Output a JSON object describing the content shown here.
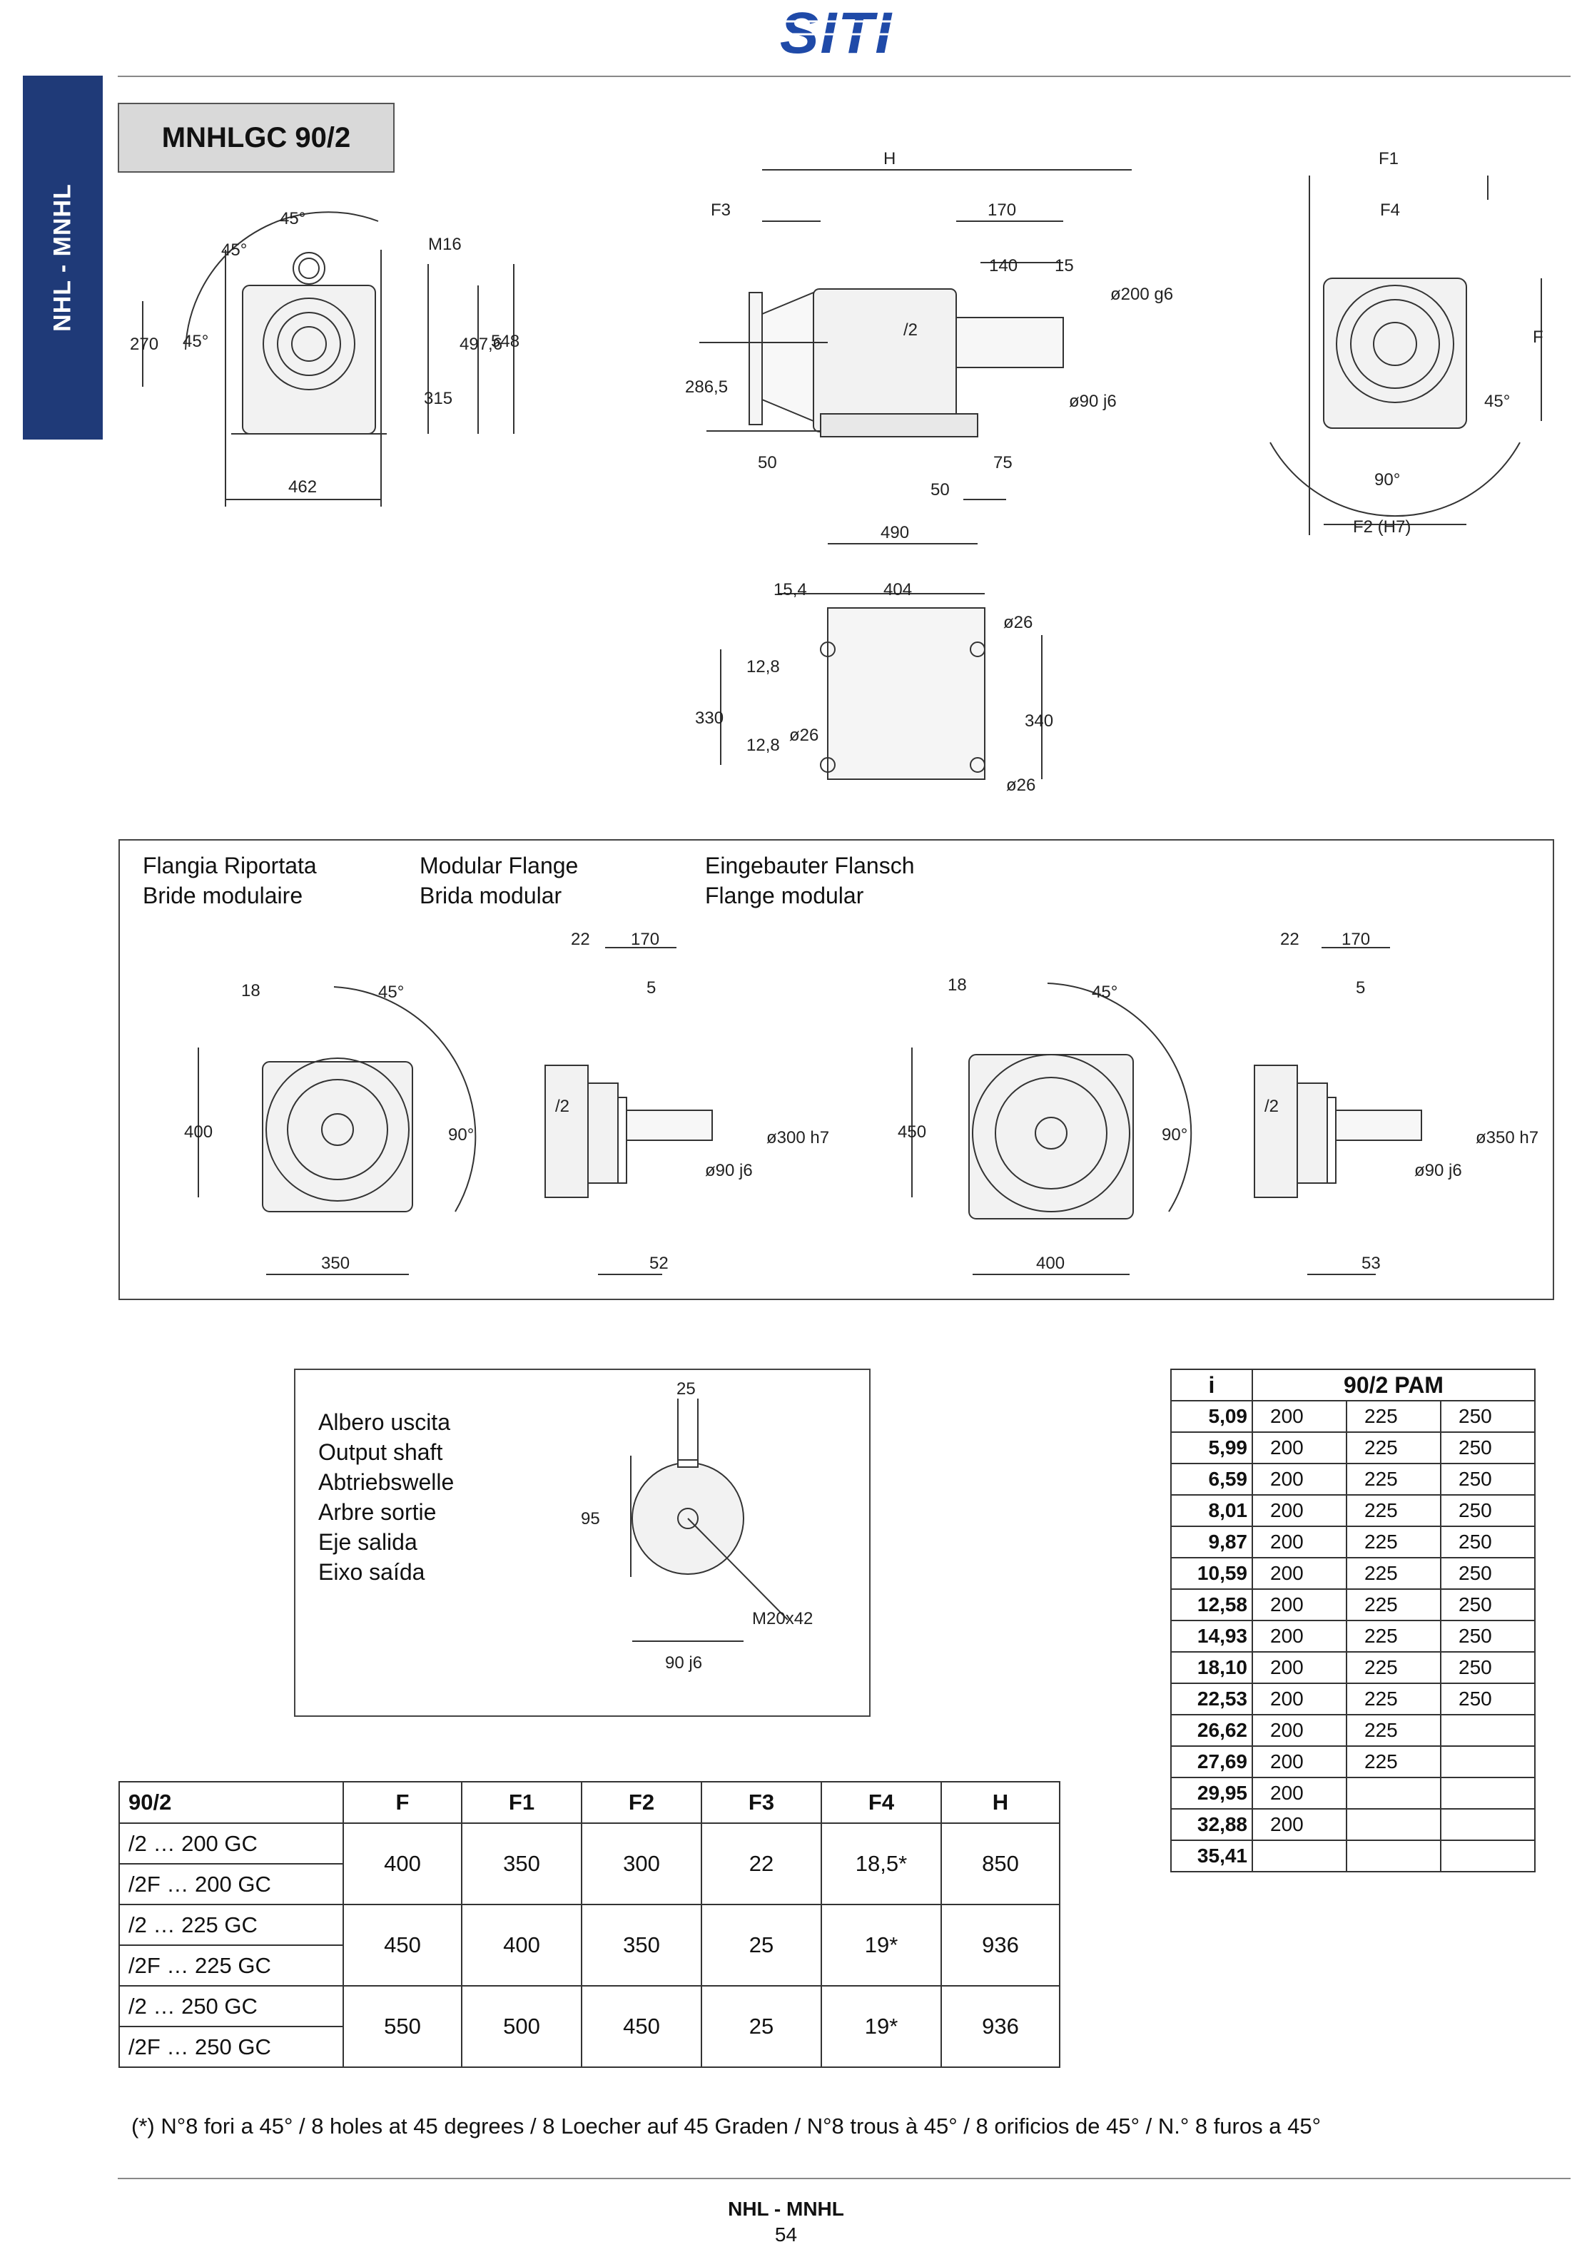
{
  "header": {
    "logo_text": "SITI",
    "side_tab": "NHL - MNHL",
    "model": "MNHLGC 90/2"
  },
  "drawing_main": {
    "front_dims": [
      "45°",
      "45°",
      "45°",
      "270",
      "M16",
      "315",
      "497,6",
      "548",
      "462"
    ],
    "side_dims": [
      "H",
      "F3",
      "170",
      "140",
      "15",
      "ø200 g6",
      "/2",
      "286,5",
      "ø90 j6",
      "50",
      "75",
      "50",
      "490"
    ],
    "end_dims": [
      "F1",
      "F4",
      "F",
      "45°",
      "90°",
      "F2 (H7)"
    ],
    "base_dims": [
      "15,4",
      "404",
      "ø26",
      "330",
      "12,8",
      "12,8",
      "ø26",
      "340",
      "ø26"
    ]
  },
  "flange_section": {
    "labels": [
      "Flangia Riportata",
      "Bride modulaire",
      "Modular Flange",
      "Brida modular",
      "Eingebauter Flansch",
      "Flange modular"
    ],
    "left_front": [
      "18",
      "45°",
      "400",
      "90°",
      "350"
    ],
    "left_side": [
      "22",
      "170",
      "5",
      "/2",
      "ø300 h7",
      "ø90 j6",
      "52"
    ],
    "right_front": [
      "18",
      "45°",
      "450",
      "90°",
      "400"
    ],
    "right_side": [
      "22",
      "170",
      "5",
      "/2",
      "ø350 h7",
      "ø90 j6",
      "53"
    ]
  },
  "shaft_section": {
    "labels": [
      "Albero uscita",
      "Output shaft",
      "Abtriebswelle",
      "Arbre sortie",
      "Eje salida",
      "Eixo saída"
    ],
    "dims": [
      "25",
      "95",
      "M20x42",
      "90 j6"
    ]
  },
  "ratio_table": {
    "head_i": "i",
    "head_pam": "90/2 PAM",
    "rows": [
      {
        "i": "5,09",
        "v": [
          "200",
          "225",
          "250"
        ]
      },
      {
        "i": "5,99",
        "v": [
          "200",
          "225",
          "250"
        ]
      },
      {
        "i": "6,59",
        "v": [
          "200",
          "225",
          "250"
        ]
      },
      {
        "i": "8,01",
        "v": [
          "200",
          "225",
          "250"
        ]
      },
      {
        "i": "9,87",
        "v": [
          "200",
          "225",
          "250"
        ]
      },
      {
        "i": "10,59",
        "v": [
          "200",
          "225",
          "250"
        ]
      },
      {
        "i": "12,58",
        "v": [
          "200",
          "225",
          "250"
        ]
      },
      {
        "i": "14,93",
        "v": [
          "200",
          "225",
          "250"
        ]
      },
      {
        "i": "18,10",
        "v": [
          "200",
          "225",
          "250"
        ]
      },
      {
        "i": "22,53",
        "v": [
          "200",
          "225",
          "250"
        ]
      },
      {
        "i": "26,62",
        "v": [
          "200",
          "225",
          ""
        ]
      },
      {
        "i": "27,69",
        "v": [
          "200",
          "225",
          ""
        ]
      },
      {
        "i": "29,95",
        "v": [
          "200",
          "",
          ""
        ]
      },
      {
        "i": "32,88",
        "v": [
          "200",
          "",
          ""
        ]
      },
      {
        "i": "35,41",
        "v": [
          "",
          "",
          ""
        ]
      }
    ]
  },
  "dim_table": {
    "headers": [
      "90/2",
      "F",
      "F1",
      "F2",
      "F3",
      "F4",
      "H"
    ],
    "groups": [
      {
        "rows": [
          "/2 … 200 GC",
          "/2F … 200 GC"
        ],
        "values": [
          "400",
          "350",
          "300",
          "22",
          "18,5*",
          "850"
        ]
      },
      {
        "rows": [
          "/2 … 225 GC",
          "/2F … 225 GC"
        ],
        "values": [
          "450",
          "400",
          "350",
          "25",
          "19*",
          "936"
        ]
      },
      {
        "rows": [
          "/2 … 250 GC",
          "/2F … 250 GC"
        ],
        "values": [
          "550",
          "500",
          "450",
          "25",
          "19*",
          "936"
        ]
      }
    ]
  },
  "footnote": "(*) N°8 fori a 45° / 8 holes at 45 degrees / 8 Loecher auf 45 Graden / N°8 trous à 45° / 8 orificios de 45° / N.° 8 furos a 45°",
  "footer": {
    "series": "NHL - MNHL",
    "page": "54"
  }
}
